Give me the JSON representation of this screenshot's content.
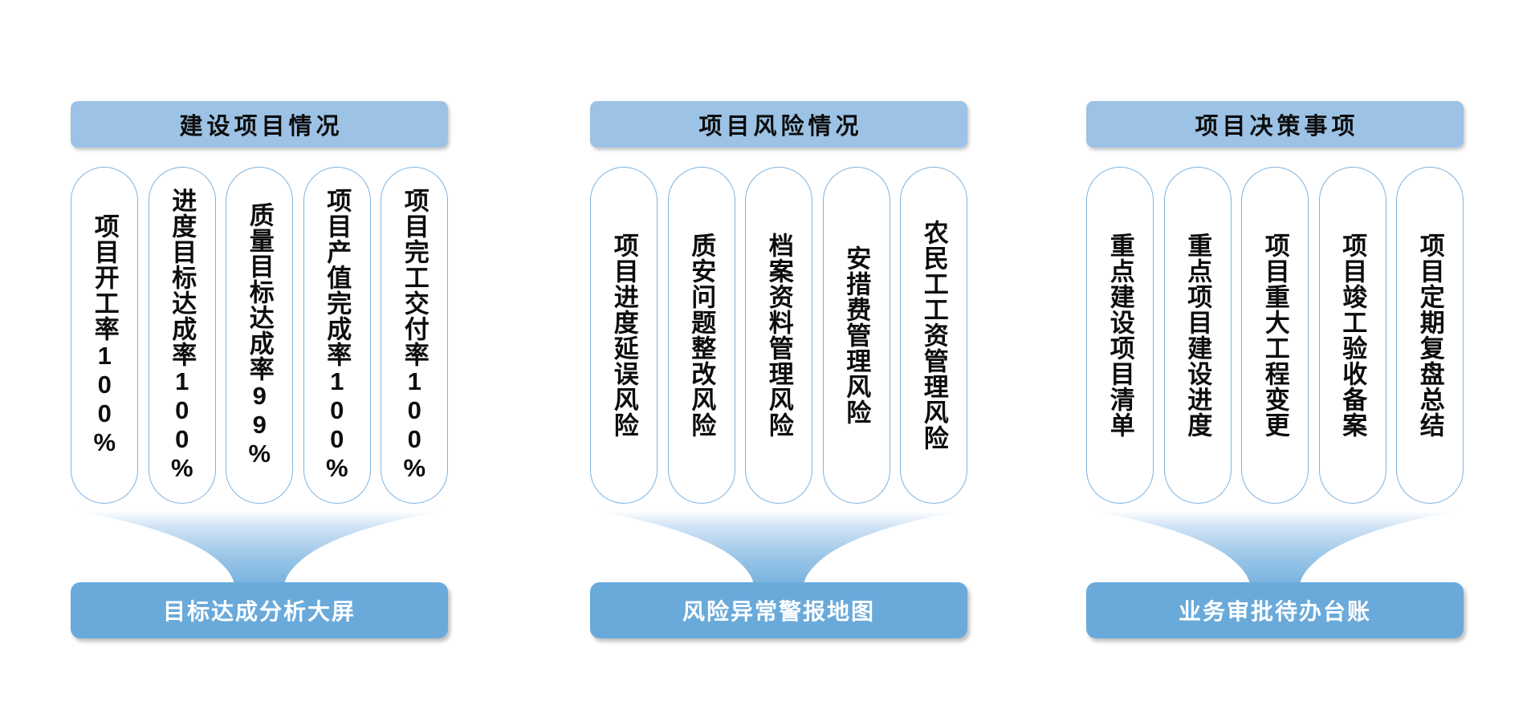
{
  "diagram": {
    "title_colors": {
      "header_bg": "#9cc3e5",
      "card_border": "#7eb3e0",
      "bottom_bg": "#6aaada",
      "funnel_top": "#ffffff",
      "funnel_bottom": "#6aaada",
      "header_text": "#0d0d0d",
      "bottom_text": "#ffffff"
    },
    "groups": [
      {
        "header": "建设项目情况",
        "cards": [
          "项目开工率100%",
          "进度目标达成率100%",
          "质量目标达成率99%",
          "项目产值完成率100%",
          "项目完工交付率100%"
        ],
        "arrow": "funnel-down-arrow",
        "bottom": "目标达成分析大屏"
      },
      {
        "header": "项目风险情况",
        "cards": [
          "项目进度延误风险",
          "质安问题整改风险",
          "档案资料管理风险",
          "安措费管理风险",
          "农民工工资管理风险"
        ],
        "arrow": "funnel-down-arrow",
        "bottom": "风险异常警报地图"
      },
      {
        "header": "项目决策事项",
        "cards": [
          "重点建设项目清单",
          "重点项目建设进度",
          "项目重大工程变更",
          "项目竣工验收备案",
          "项目定期复盘总结"
        ],
        "arrow": "funnel-down-arrow",
        "bottom": "业务审批待办台账"
      }
    ]
  }
}
